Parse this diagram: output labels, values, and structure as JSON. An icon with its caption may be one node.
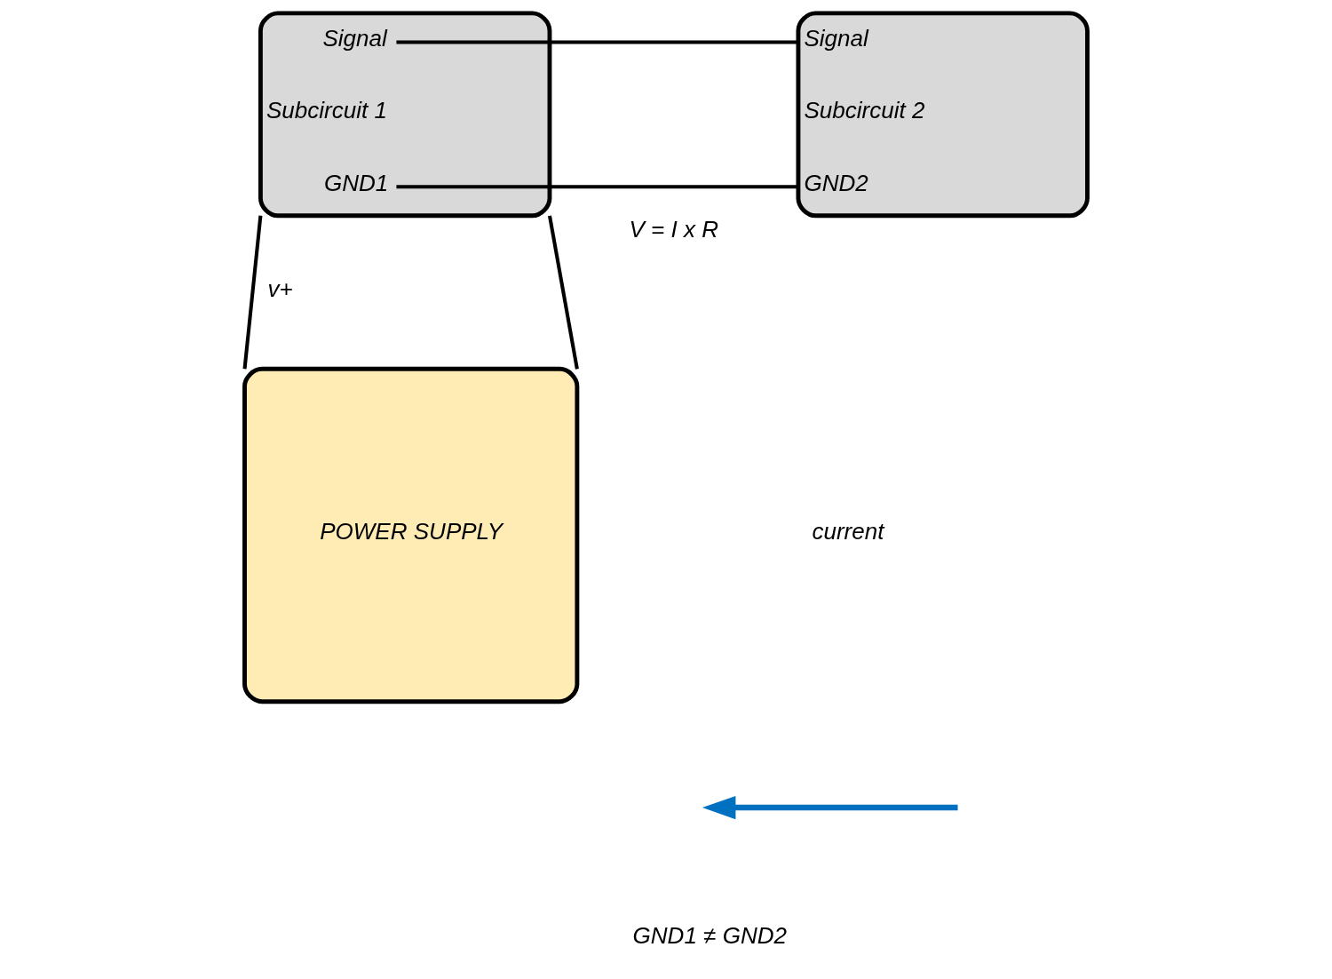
{
  "diagram": {
    "nodes": [
      {
        "text": [
          "Signal",
          "Subcircuit 1",
          "GND1"
        ]
      },
      {
        "text": [
          "Signal",
          "Subcircuit 2",
          "GND2"
        ]
      },
      {
        "text": [
          "POWER SUPPLY"
        ]
      }
    ],
    "edges": [
      {
        "from": 0,
        "to": 1,
        "arrow": "none"
      },
      {
        "from": 0,
        "to": 1,
        "arrow": "none",
        "label": "V = I x R"
      },
      {
        "from": 0,
        "to": 2,
        "arrow": "none",
        "label": "v+"
      },
      {
        "from": 0,
        "to": 2,
        "arrow": "none"
      }
    ],
    "labels": [
      "current",
      "GND1 ≠ GND2"
    ]
  }
}
